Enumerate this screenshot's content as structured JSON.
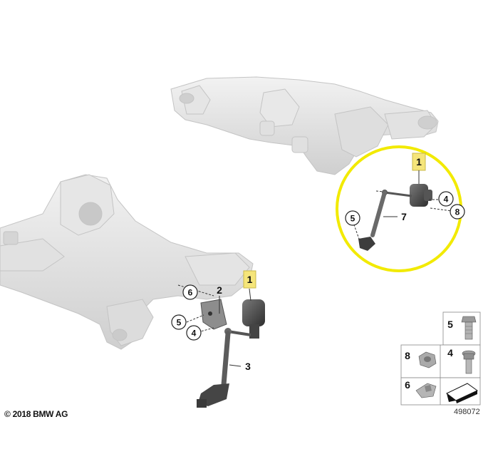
{
  "callouts": {
    "rear_sensor": "1",
    "rear_nut": "4",
    "rear_hex_nut": "8",
    "rear_bolt": "5",
    "rear_link_rod": "7",
    "front_sensor": "1",
    "front_bracket": "2",
    "front_link_rod": "3",
    "front_nut": "4",
    "front_bolt": "5",
    "front_clip": "6"
  },
  "legend": {
    "bolt_label": "5",
    "hex_nut_label": "8",
    "nut_label": "4",
    "clip_label": "6"
  },
  "footer": {
    "copyright": "© 2018 BMW AG",
    "document_number": "498072"
  },
  "colors": {
    "highlight_circle": "#f2ea00",
    "callout_box": "#f5e57a",
    "subframe": "#d9d9d9",
    "part_dark": "#4a4a4a"
  }
}
